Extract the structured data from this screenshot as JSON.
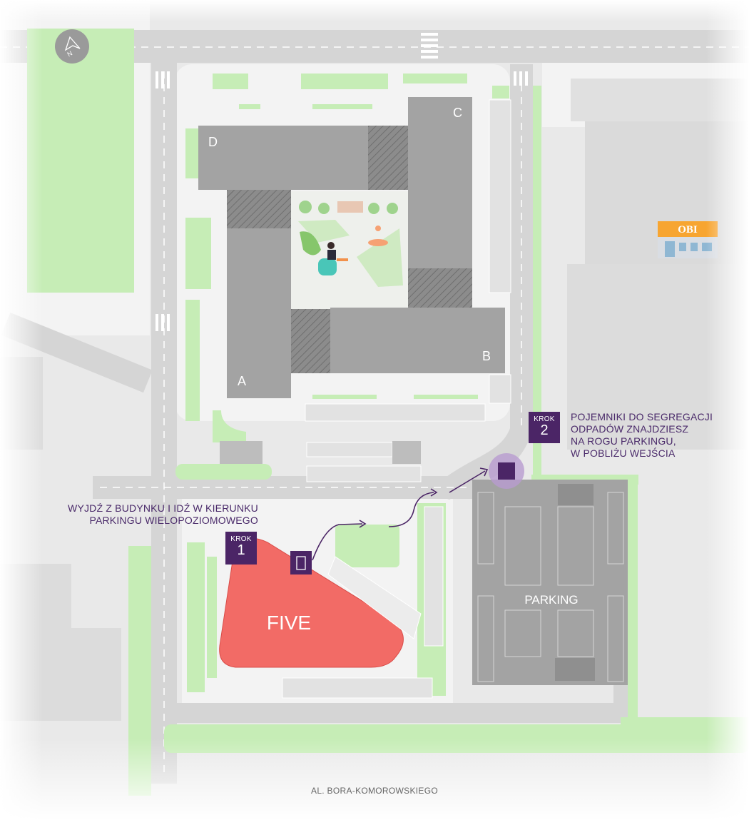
{
  "map": {
    "buildings": [
      "A",
      "B",
      "C",
      "D"
    ],
    "five_label": "FIVE",
    "parking_label": "PARKING",
    "street_label": "AL. BORA-KOMOROWSKIEGO",
    "store_sign": "OBI",
    "compass_letter": "N"
  },
  "step1": {
    "badge_word": "KROK",
    "badge_number": "1",
    "text_line1": "WYJDŹ Z BUDYNKU I IDŹ W KIERUNKU",
    "text_line2": "PARKINGU WIELOPOZIOMOWEGO"
  },
  "step2": {
    "badge_word": "KROK",
    "badge_number": "2",
    "text_line1": "POJEMNIKI DO SEGREGACJI",
    "text_line2": "ODPADÓW ZNAJDZIESZ",
    "text_line3": "NA ROGU PARKINGU,",
    "text_line4": "W POBLIŻU WEJŚCIA"
  },
  "colors": {
    "accent_purple": "#4b2566",
    "five_building": "#f26b66",
    "green": "#c5edb4",
    "road": "#d4d4d4",
    "building_gray": "#a3a3a3"
  }
}
